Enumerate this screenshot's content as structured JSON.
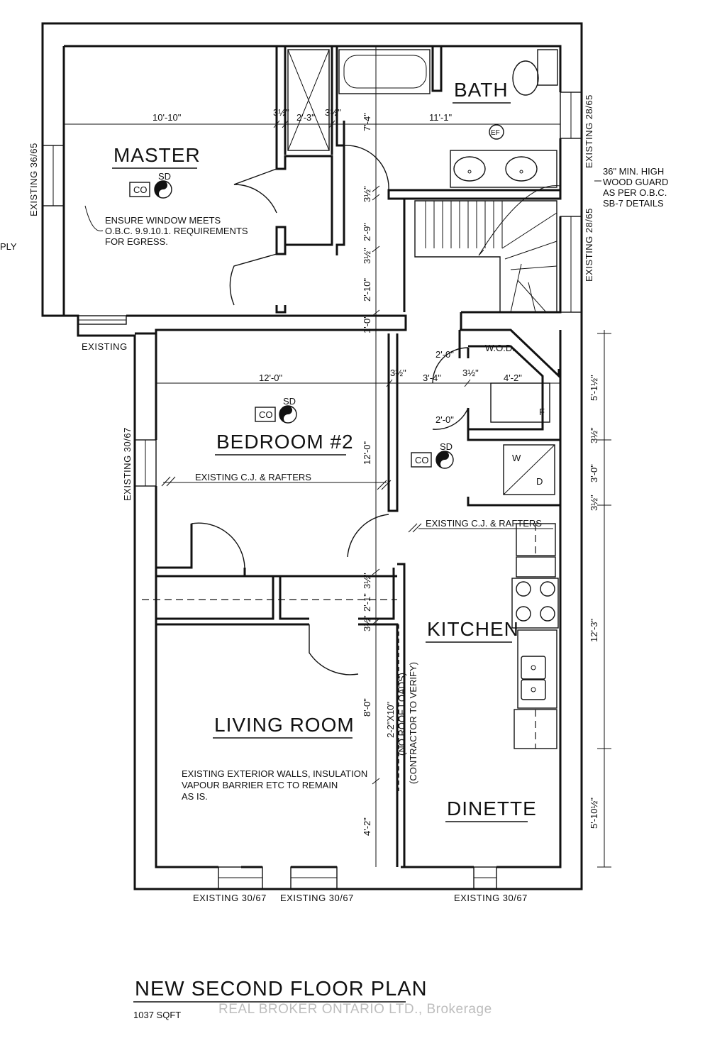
{
  "rooms": {
    "master": "MASTER",
    "bath": "BATH",
    "bedroom2": "BEDROOM #2",
    "kitchen": "KITCHEN",
    "living": "LIVING ROOM",
    "dinette": "DINETTE"
  },
  "symbols": {
    "co": "CO",
    "sd": "SD",
    "ef": "EF",
    "wod": "W.O.D.",
    "f": "F",
    "w": "W",
    "d": "D"
  },
  "dimensions": {
    "master_width": "10'-10\"",
    "closet_wall_a": "3½\"",
    "closet": "2'-3\"",
    "closet_wall_b": "3½\"",
    "bath_width": "11'-1\"",
    "bath_depth": "7'-4\"",
    "hall_wall_a": "3½\"",
    "hall_a": "2'-9\"",
    "hall_wall_b": "3½\"",
    "hall_b": "2'-10\"",
    "hall_c": "1'-0\"",
    "bed2_width": "12'-0\"",
    "bed2_wall": "3½\"",
    "linen_width": "3'-4\"",
    "linen_wall": "3½\"",
    "laundry_width": "4'-2\"",
    "door_upper": "2'-0\"",
    "door_lower": "2'-0\"",
    "bed2_depth": "12'-0\"",
    "hallway_wall_a": "3½\"",
    "hallway": "2'-1\"",
    "hallway_wall_b": "3½\"",
    "living_a": "8'-0\"",
    "living_b": "4'-2\"",
    "right_a": "5'-1½\"",
    "right_wall_a": "3½\"",
    "right_b": "3'-0\"",
    "right_wall_b": "3½\"",
    "right_c": "12'-3\"",
    "right_d": "5'-10½\""
  },
  "notes": {
    "egress": [
      "ENSURE WINDOW MEETS",
      "O.B.C. 9.9.10.1. REQUIREMENTS",
      "FOR EGRESS."
    ],
    "guard": [
      "36\" MIN. HIGH",
      "WOOD GUARD",
      "AS PER O.B.C.",
      "SB-7 DETAILS"
    ],
    "cj_left": "EXISTING C.J. & RAFTERS",
    "cj_right": "EXISTING C.J. & RAFTERS",
    "exterior": [
      "EXISTING EXTERIOR WALLS, INSULATION",
      "VAPOUR BARRIER ETC TO REMAIN",
      "AS IS."
    ],
    "beam": [
      "2-2\"X10\"",
      "(NO ROOF LOADS)",
      "(CONTRACTOR TO VERIFY)"
    ],
    "ply": "PLY"
  },
  "windows": {
    "w_master_left": "EXISTING 36/65",
    "w_bath_right": "EXISTING 28/65",
    "w_stair_right": "EXISTING 28/65",
    "w_master_bottom": "EXISTING",
    "w_bed2_left": "EXISTING 30/67",
    "w_living_a": "EXISTING 30/67",
    "w_living_b": "EXISTING 30/67",
    "w_dinette": "EXISTING 30/67"
  },
  "title": "NEW SECOND FLOOR PLAN",
  "area": "1037 SQFT",
  "watermark": "REAL BROKER ONTARIO LTD., Brokerage"
}
